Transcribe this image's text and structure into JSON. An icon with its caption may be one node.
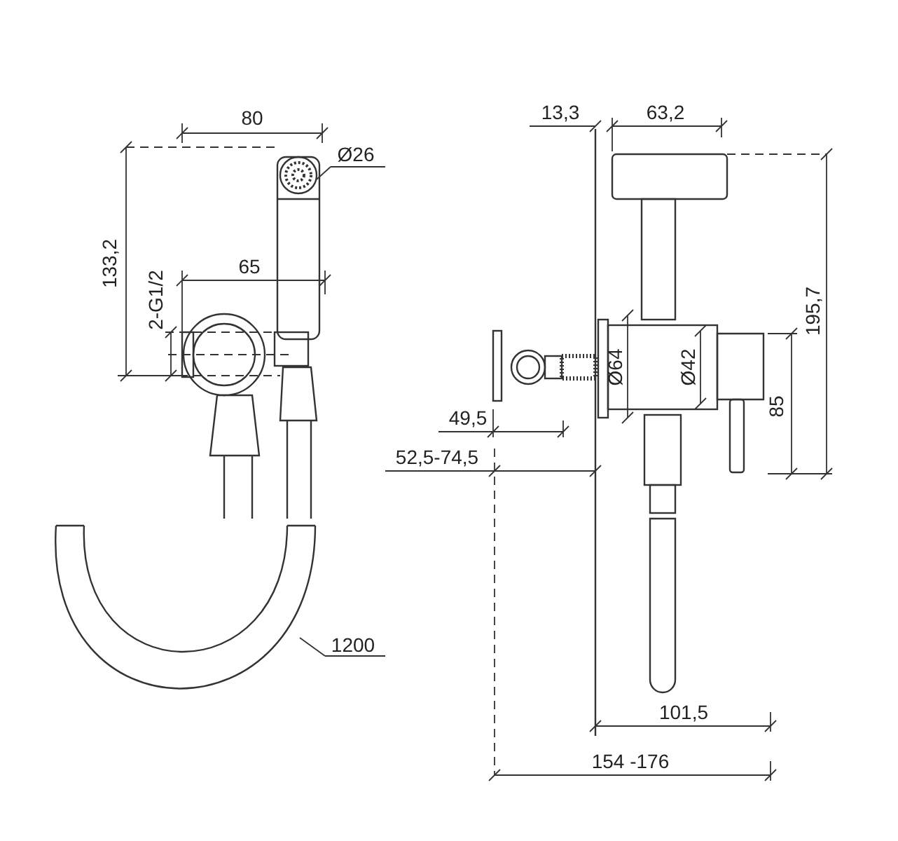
{
  "diagram": {
    "nodes": [
      {
        "text": [
          "Ø26"
        ]
      },
      {
        "text": [
          "1200"
        ]
      }
    ],
    "edges": [
      {
        "from": 0,
        "to": null,
        "arrow": "none"
      },
      {
        "from": 1,
        "to": null,
        "arrow": "none"
      }
    ],
    "labels": [
      "80",
      "133,2",
      "2-G1/2",
      "65",
      "13,3",
      "63,2",
      "195,7",
      "Ø64",
      "Ø42",
      "85",
      "49,5",
      "52,5-74,5",
      "101,5",
      "154 -176"
    ]
  }
}
